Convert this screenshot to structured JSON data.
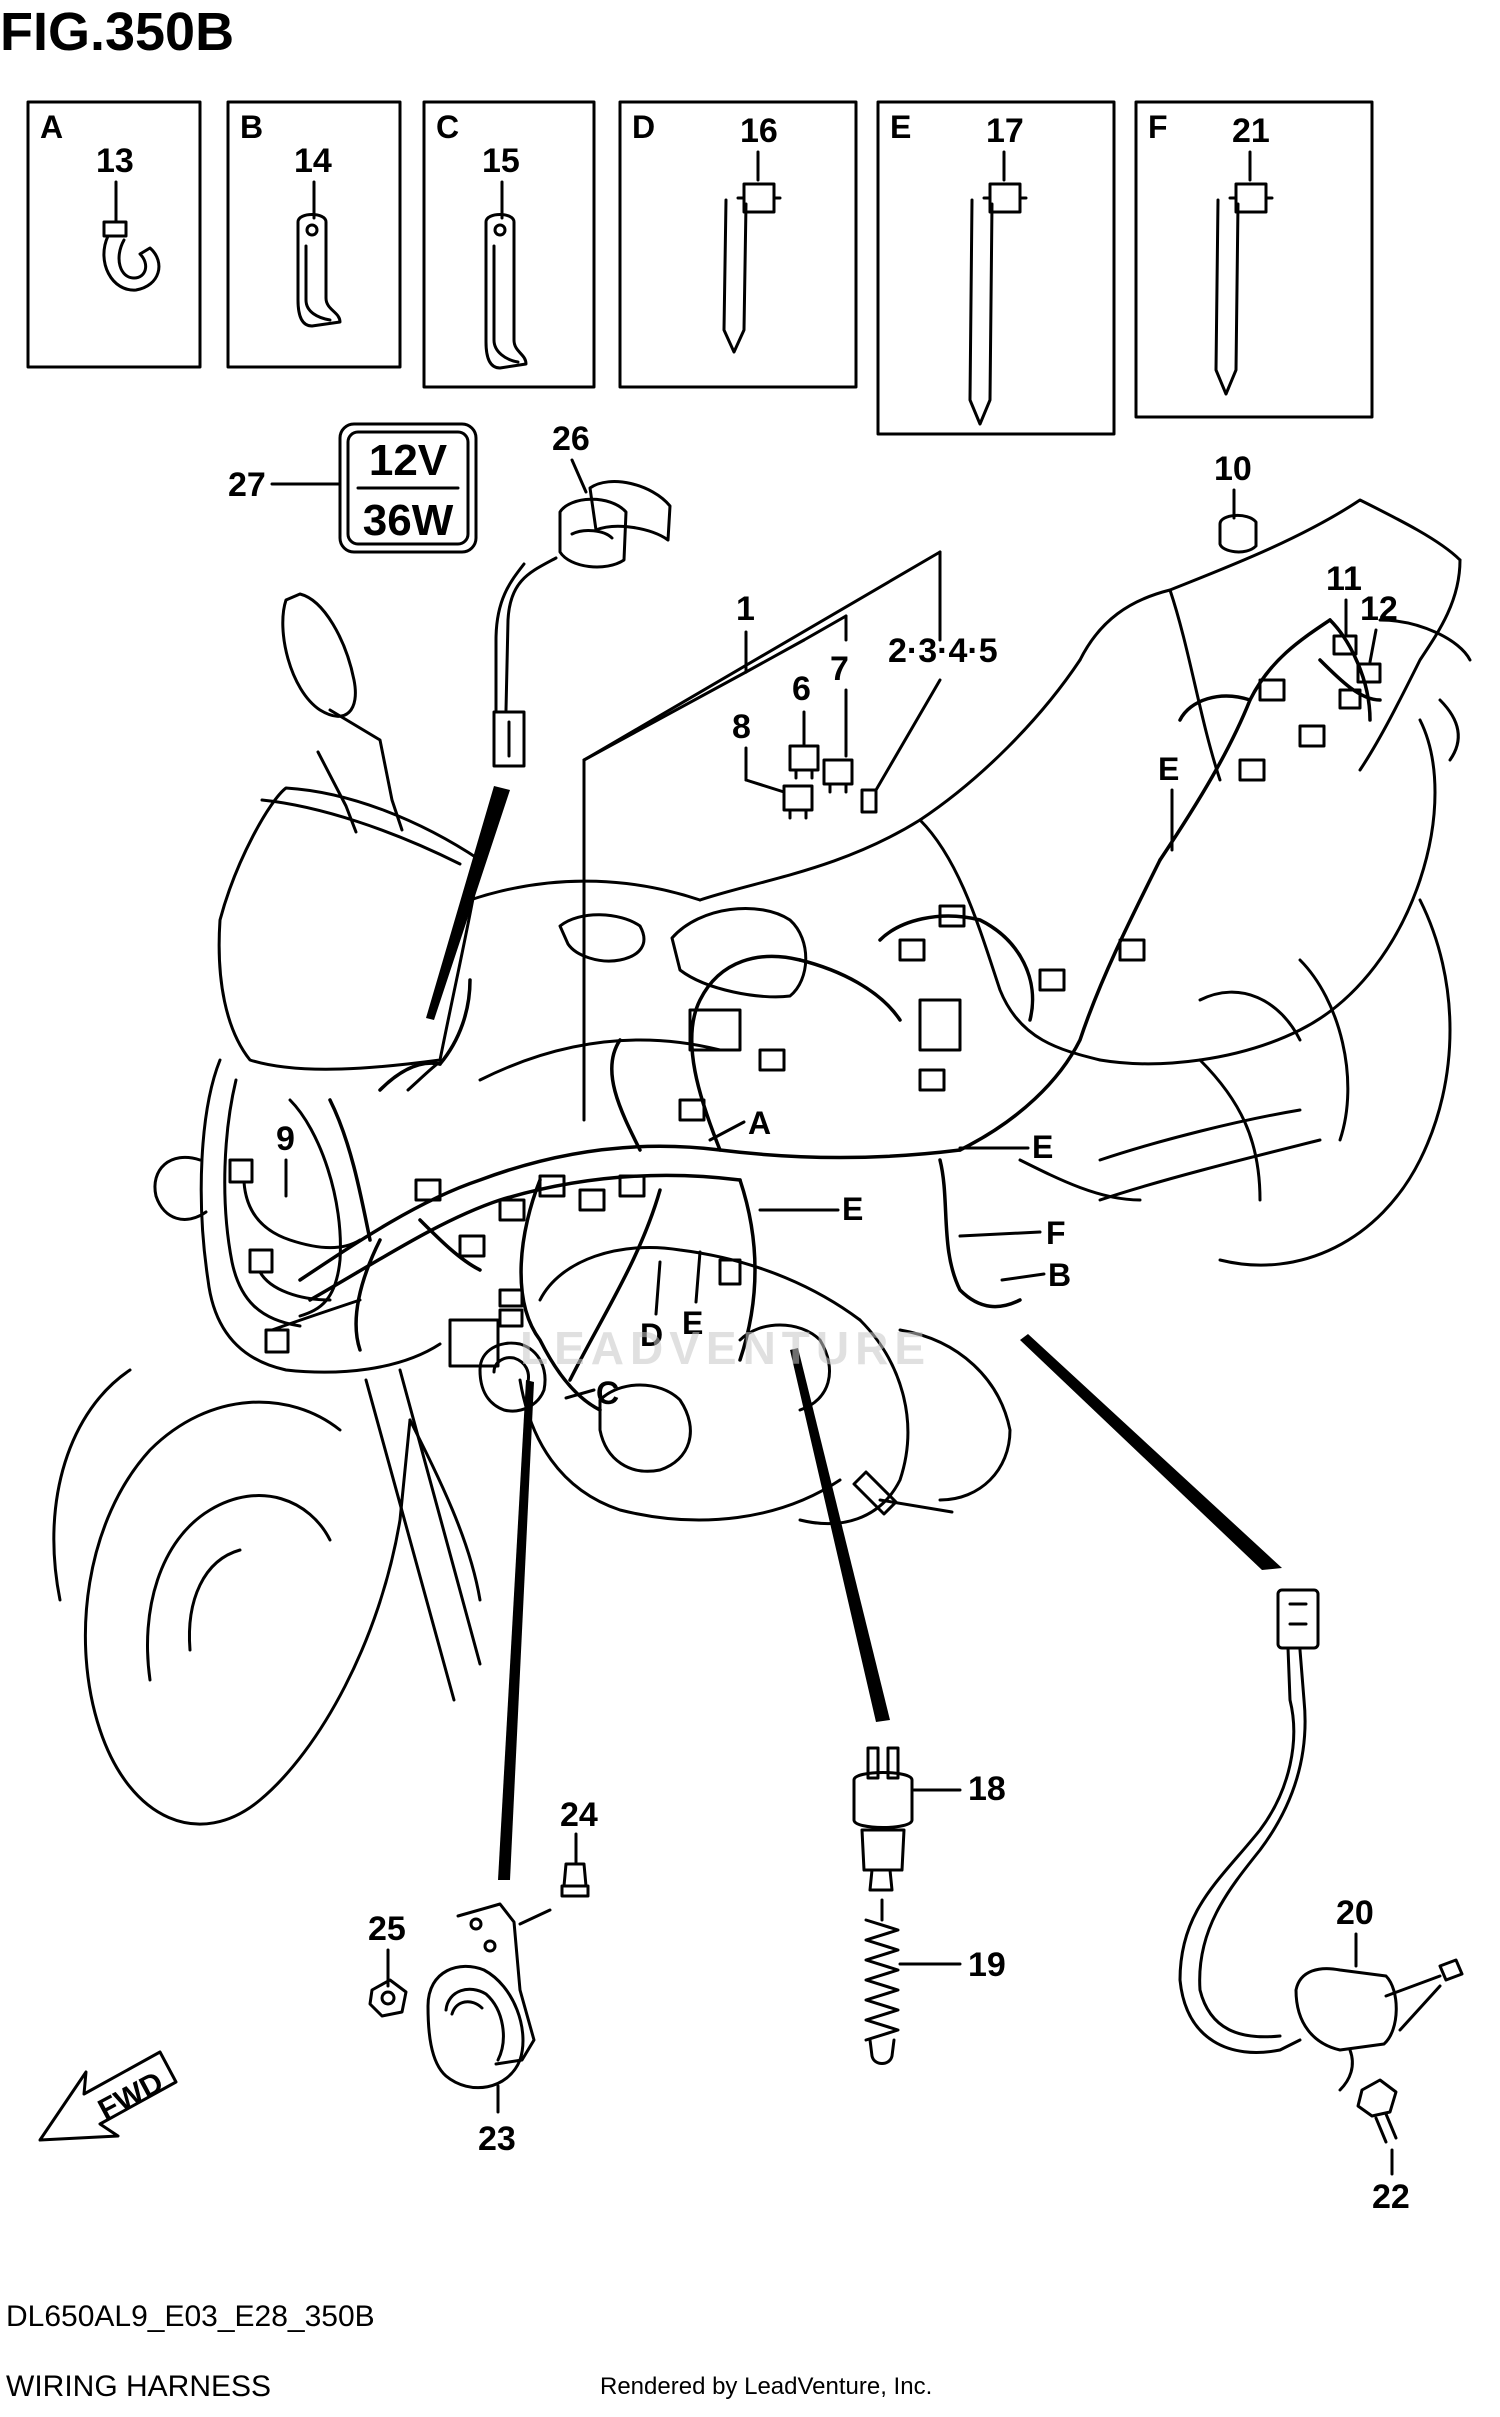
{
  "figure": {
    "title": "FIG.350B",
    "model_code": "DL650AL9_E03_E28_350B",
    "section": "WIRING HARNESS",
    "credit": "Rendered by LeadVenture, Inc.",
    "watermark": "LEADVENTURE"
  },
  "detail_boxes": [
    {
      "letter": "A",
      "part": "13"
    },
    {
      "letter": "B",
      "part": "14"
    },
    {
      "letter": "C",
      "part": "15"
    },
    {
      "letter": "D",
      "part": "16"
    },
    {
      "letter": "E",
      "part": "17"
    },
    {
      "letter": "F",
      "part": "21"
    }
  ],
  "rating_label": {
    "part": "27",
    "line1": "12V",
    "line2": "36W"
  },
  "callouts": {
    "p26": "26",
    "p10": "10",
    "p11": "11",
    "p12": "12",
    "p1": "1",
    "p6": "6",
    "p7": "7",
    "p8": "8",
    "p2345": "2·3·4·5",
    "p9": "9",
    "p18": "18",
    "p19": "19",
    "p20": "20",
    "p22": "22",
    "p23": "23",
    "p24": "24",
    "p25": "25"
  },
  "harness_letters": {
    "e_upper": "E",
    "a_mid": "A",
    "e_right1": "E",
    "e_right2": "E",
    "f_right": "F",
    "b_right": "B",
    "d_low": "D",
    "e_low": "E",
    "c_low": "C"
  },
  "fwd_label": "FWD"
}
